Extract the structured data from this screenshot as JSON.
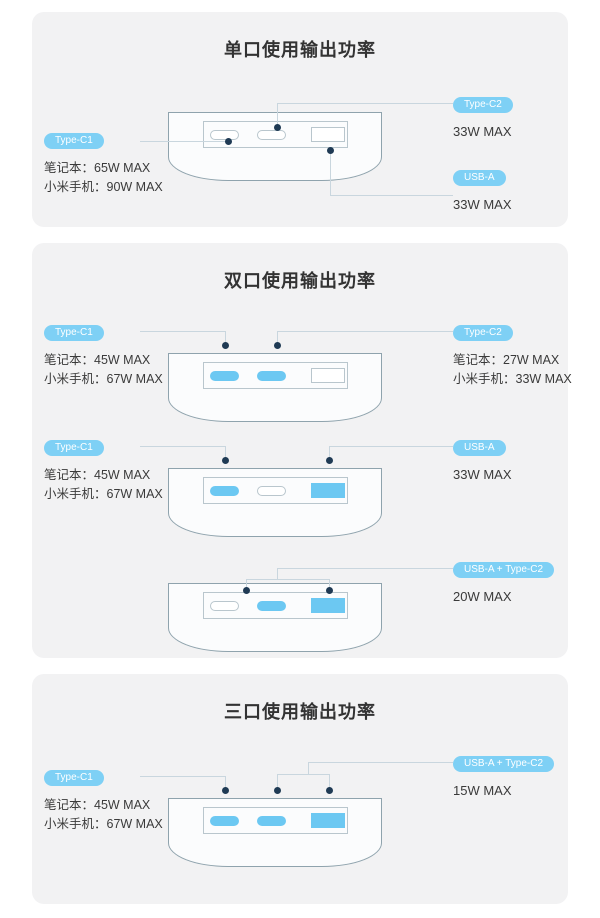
{
  "page": {
    "background": "#ffffff",
    "card_background": "#f2f2f3",
    "accent_badge": "#7ed0f5",
    "accent_port_active": "#6cc8f2",
    "line_color": "#c9d6de",
    "dot_color": "#1f3a54",
    "device_outline": "#8fa3ad"
  },
  "sections": [
    {
      "id": "single",
      "title": "单口使用输出功率",
      "rows": [
        {
          "ports_active": [],
          "labels": [
            {
              "side": "left",
              "badge": "Type-C1",
              "specs": [
                "笔记本：65W MAX",
                "小米手机：90W MAX"
              ]
            },
            {
              "side": "right-top",
              "badge": "Type-C2",
              "max": "33W MAX"
            },
            {
              "side": "right-bottom",
              "badge": "USB-A",
              "max": "33W MAX"
            }
          ]
        }
      ]
    },
    {
      "id": "double",
      "title": "双口使用输出功率",
      "rows": [
        {
          "ports_active": [
            "c1",
            "c2"
          ],
          "labels": [
            {
              "side": "left",
              "badge": "Type-C1",
              "specs": [
                "笔记本：45W MAX",
                "小米手机：67W MAX"
              ]
            },
            {
              "side": "right",
              "badge": "Type-C2",
              "specs": [
                "笔记本：27W MAX",
                "小米手机：33W MAX"
              ]
            }
          ]
        },
        {
          "ports_active": [
            "c1",
            "a"
          ],
          "labels": [
            {
              "side": "left",
              "badge": "Type-C1",
              "specs": [
                "笔记本：45W MAX",
                "小米手机：67W MAX"
              ]
            },
            {
              "side": "right",
              "badge": "USB-A",
              "max": "33W MAX"
            }
          ]
        },
        {
          "ports_active": [
            "c2",
            "a"
          ],
          "labels": [
            {
              "side": "right",
              "badge": "USB-A + Type-C2",
              "max": "20W MAX"
            }
          ]
        }
      ]
    },
    {
      "id": "triple",
      "title": "三口使用输出功率",
      "rows": [
        {
          "ports_active": [
            "c1",
            "c2",
            "a"
          ],
          "labels": [
            {
              "side": "left",
              "badge": "Type-C1",
              "specs": [
                "笔记本：45W MAX",
                "小米手机：67W MAX"
              ]
            },
            {
              "side": "right",
              "badge": "USB-A + Type-C2",
              "max": "15W MAX"
            }
          ]
        }
      ]
    }
  ]
}
